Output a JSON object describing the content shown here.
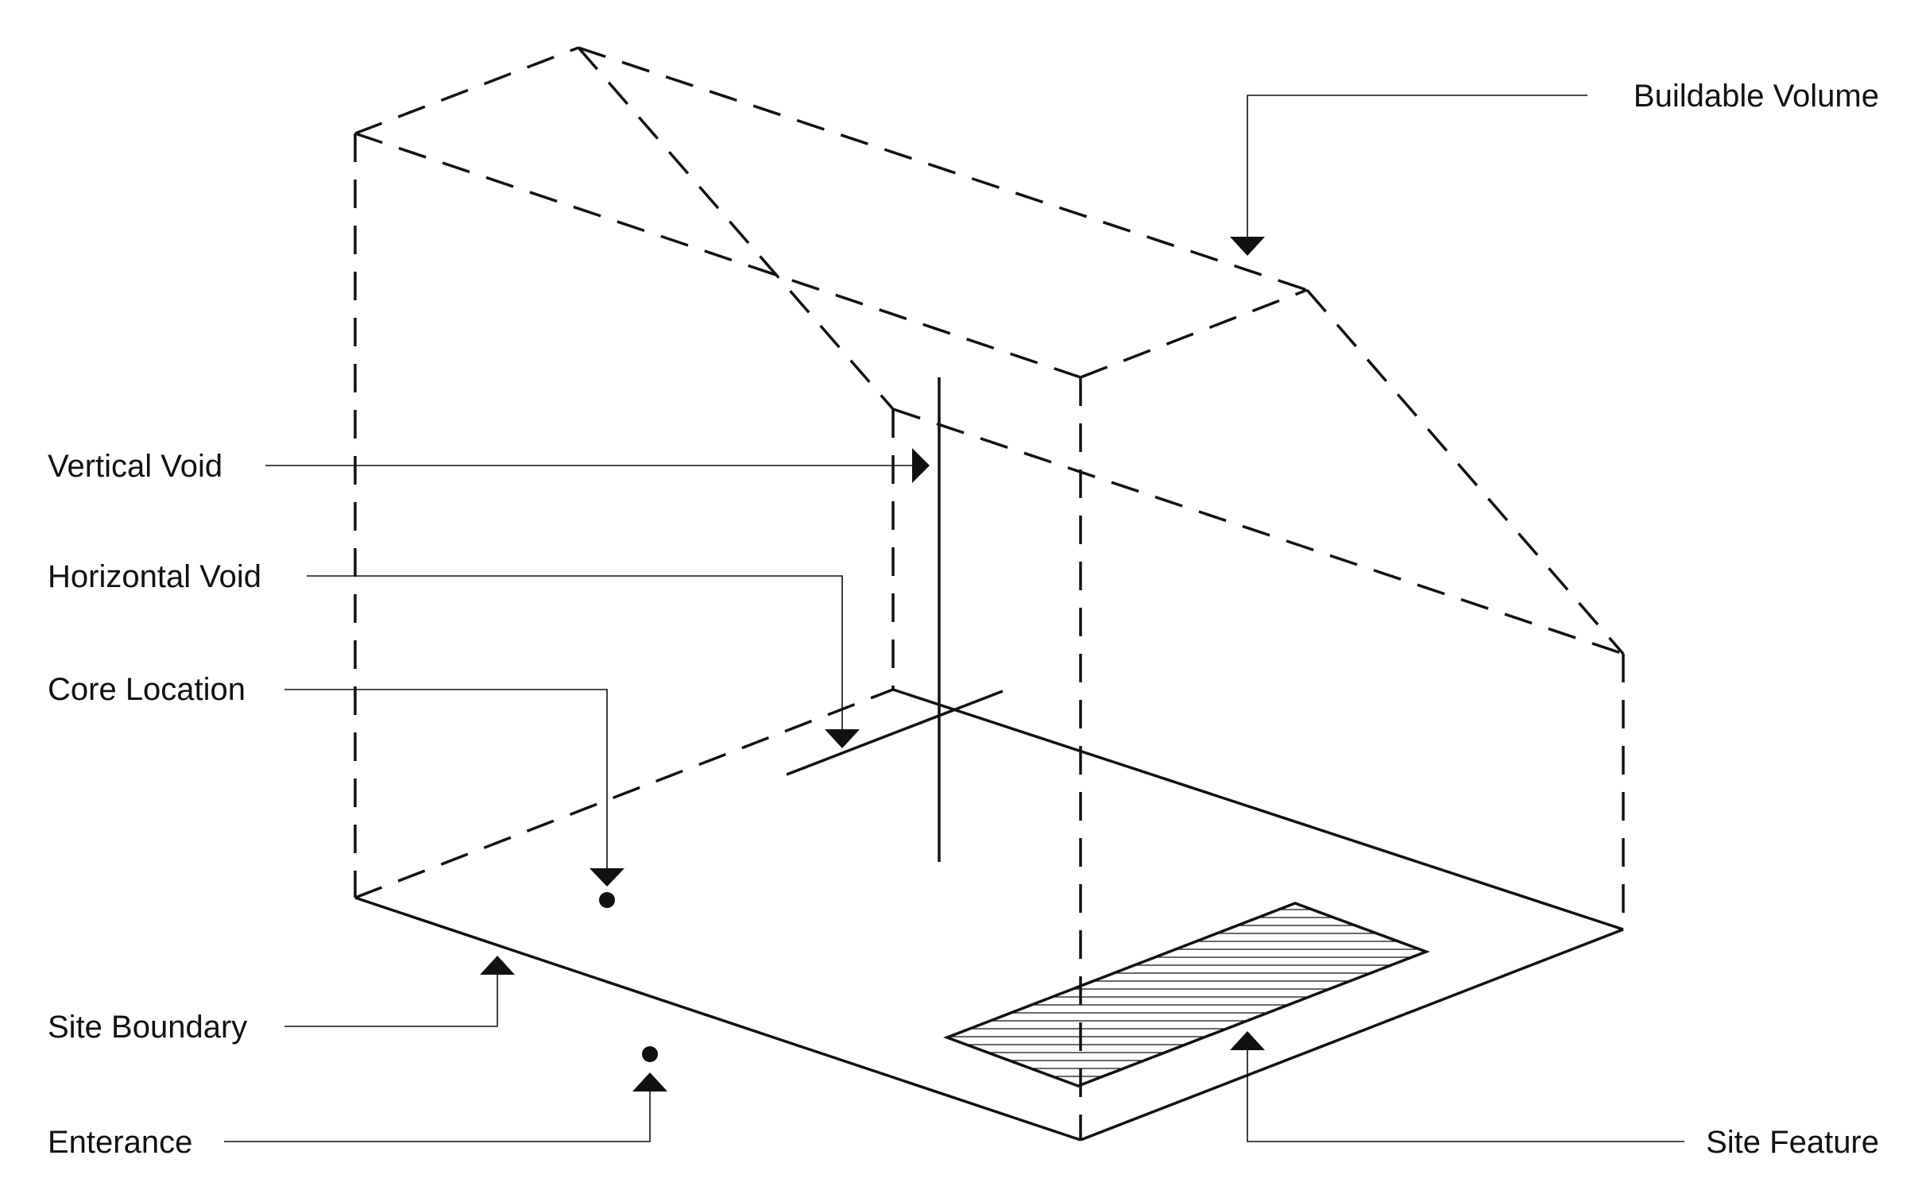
{
  "labels": {
    "buildable_volume": "Buildable Volume",
    "vertical_void": "Vertical Void",
    "horizontal_void": "Horizontal Void",
    "core_location": "Core Location",
    "site_boundary": "Site Boundary",
    "enterance": "Enterance",
    "site_feature": "Site Feature"
  },
  "colors": {
    "line": "#111111",
    "background": "#ffffff"
  }
}
